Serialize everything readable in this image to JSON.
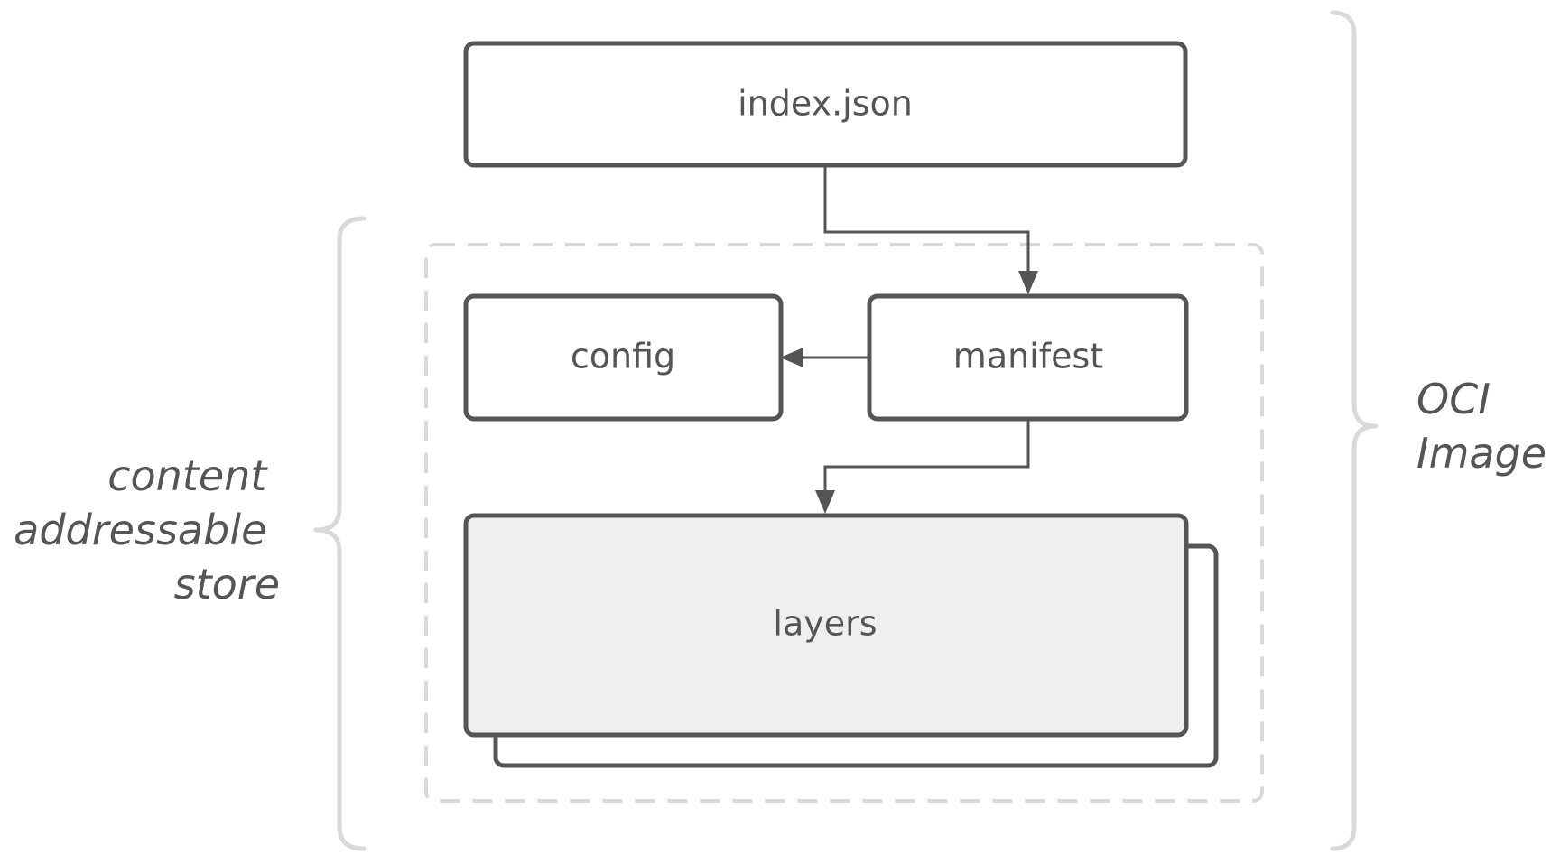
{
  "diagram": {
    "nodes": {
      "index": {
        "label": "index.json"
      },
      "config": {
        "label": "config"
      },
      "manifest": {
        "label": "manifest"
      },
      "layers": {
        "label": "layers"
      }
    },
    "groups": {
      "oci_image": {
        "lines": [
          "OCI",
          "Image"
        ]
      },
      "content_store": {
        "lines": [
          "content",
          "addressable",
          "store"
        ]
      }
    },
    "edges": [
      {
        "from": "index.json",
        "to": "manifest"
      },
      {
        "from": "manifest",
        "to": "config"
      },
      {
        "from": "manifest",
        "to": "layers"
      }
    ],
    "colors": {
      "stroke": "#555555",
      "text": "#555555",
      "muted": "#d9d9d9",
      "layers_fill": "#efefef",
      "background": "#ffffff"
    }
  }
}
